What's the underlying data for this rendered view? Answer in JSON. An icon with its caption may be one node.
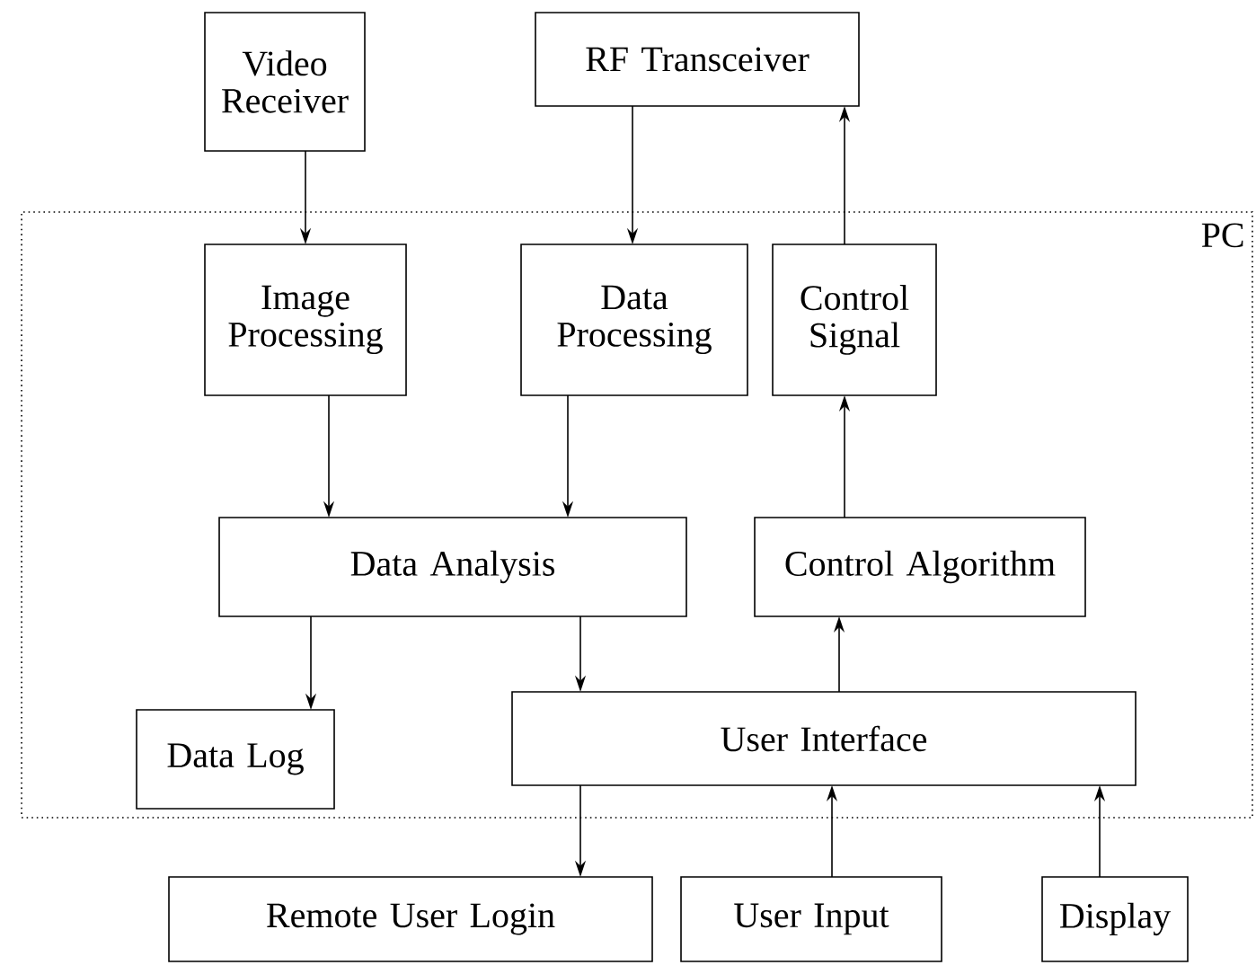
{
  "diagram": {
    "nodes": [
      {
        "text": [
          "PC"
        ]
      },
      {
        "text": [
          "Video Receiver"
        ]
      },
      {
        "text": [
          "RF Transceiver"
        ]
      },
      {
        "text": [
          "Image Processing"
        ],
        "in": 0
      },
      {
        "text": [
          "Data Processing"
        ],
        "in": 0
      },
      {
        "text": [
          "Control Signal"
        ],
        "in": 0
      },
      {
        "text": [
          "Data Analysis"
        ],
        "in": 0
      },
      {
        "text": [
          "Control Algorithm"
        ],
        "in": 0
      },
      {
        "text": [
          "Data Log"
        ],
        "in": 0
      },
      {
        "text": [
          "User Interface"
        ],
        "in": 0
      },
      {
        "text": [
          "Remote User Login"
        ]
      },
      {
        "text": [
          "User Input"
        ]
      },
      {
        "text": [
          "Display"
        ]
      }
    ],
    "edges": [
      {
        "from": 1,
        "to": 3,
        "arrow": "to"
      },
      {
        "from": 2,
        "to": 4,
        "arrow": "to"
      },
      {
        "from": 5,
        "to": 2,
        "arrow": "to"
      },
      {
        "from": 3,
        "to": 6,
        "arrow": "to"
      },
      {
        "from": 4,
        "to": 6,
        "arrow": "to"
      },
      {
        "from": 7,
        "to": 5,
        "arrow": "to"
      },
      {
        "from": 6,
        "to": 8,
        "arrow": "to"
      },
      {
        "from": 6,
        "to": 9,
        "arrow": "to"
      },
      {
        "from": 9,
        "to": 7,
        "arrow": "to"
      },
      {
        "from": 9,
        "to": 10,
        "arrow": "to"
      },
      {
        "from": 11,
        "to": 9,
        "arrow": "to"
      },
      {
        "from": 12,
        "to": 9,
        "arrow": "to"
      }
    ]
  }
}
